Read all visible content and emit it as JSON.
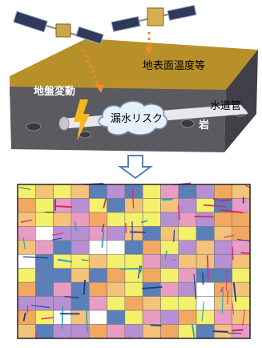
{
  "labels": {
    "surface_temp": "地表面温度等",
    "ground_motion": "地盤変動",
    "leak_risk": "漏水リスク",
    "water_pipe": "水道管",
    "rock": "岩"
  },
  "colors": {
    "soil_top": "#b8902a",
    "soil_front": "#5a5a60",
    "soil_side": "#404048",
    "pipe": "#e8e8ec",
    "cloud": "#e6f0f8",
    "leak_arrow": "#f08a30",
    "down_arrow": "#5b7fb0",
    "map_border": "#222222"
  },
  "risk_map": {
    "palette": [
      "#f5c27a",
      "#b98fd4",
      "#f4f06a",
      "#5b7fb8",
      "#e89cc4",
      "#f2a860",
      "#ffffff"
    ],
    "cols": 13,
    "rows": 11
  }
}
